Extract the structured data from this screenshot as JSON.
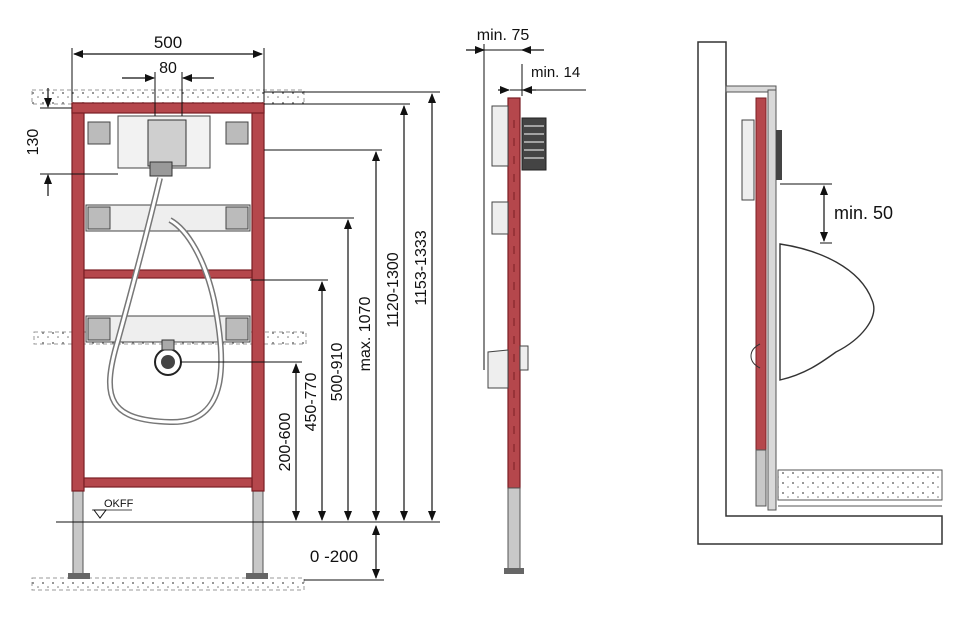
{
  "colors": {
    "frame": "#b5474c",
    "frame_dark": "#7a1f24",
    "ink": "#111111",
    "grey": "#9a9a9a",
    "light_grey": "#d9d9d9",
    "leg": "#c8c8c8"
  },
  "front_view": {
    "width_label": "500",
    "spacing_label": "80",
    "top_label": "130",
    "okff_label": "OKFF",
    "heights": [
      "200-600",
      "450-770",
      "500-910",
      "max. 1070",
      "1120-1300",
      "1153-1333"
    ],
    "adjust_label": "0 -200"
  },
  "side_view": {
    "depth_label": "min. 75",
    "clearance_label": "min. 14"
  },
  "install_view": {
    "gap_label": "min. 50"
  }
}
